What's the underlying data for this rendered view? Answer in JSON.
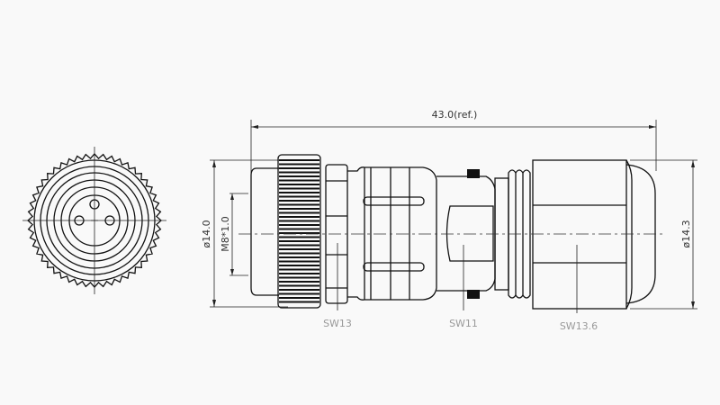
{
  "drawing": {
    "dimensions": {
      "overall_length": "43.0(ref.)",
      "coupling_diameter": "ø14.0",
      "thread": "M8*1.0",
      "gland_diameter": "ø14.3"
    },
    "callouts": {
      "coupling_nut_wrench": "SW13",
      "body_wrench": "SW11",
      "gland_nut_wrench": "SW13.6"
    },
    "front_view": {
      "pin_count": 3
    }
  }
}
